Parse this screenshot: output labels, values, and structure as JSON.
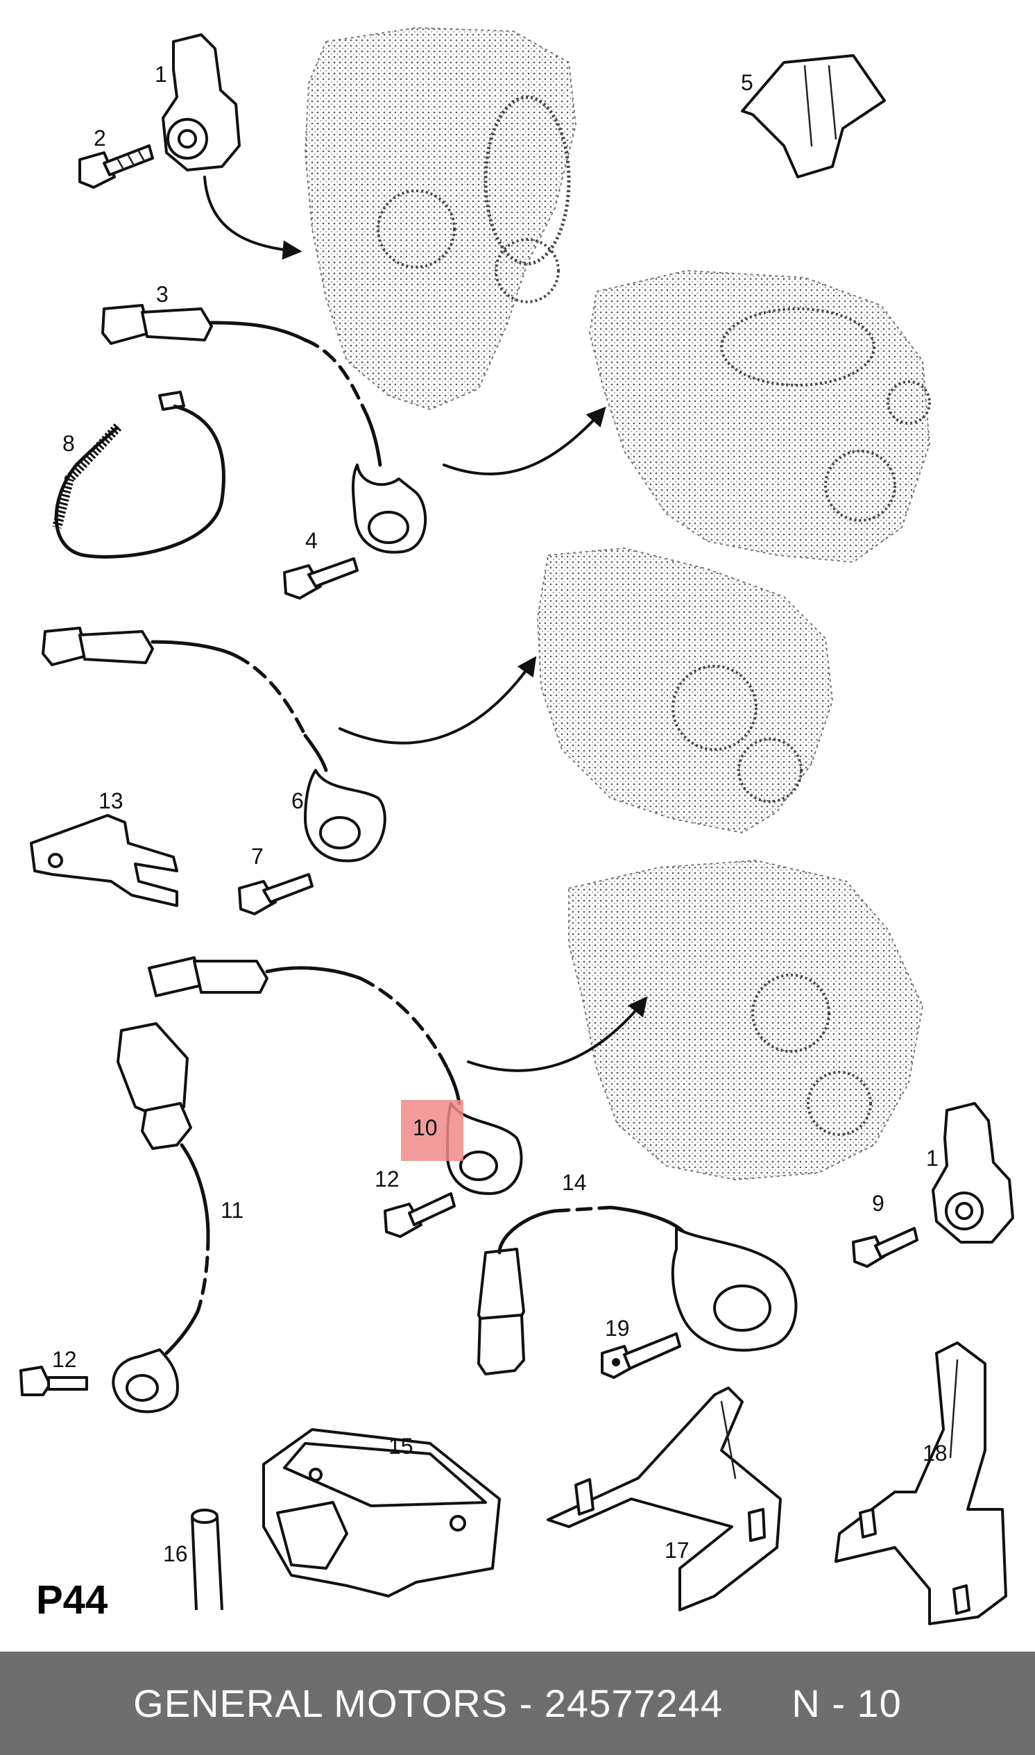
{
  "diagram": {
    "page_code": "P44",
    "highlight_color": "#f08a8a",
    "callouts": {
      "c1a": "1",
      "c2": "2",
      "c3": "3",
      "c4": "4",
      "c5": "5",
      "c6": "6",
      "c7": "7",
      "c8": "8",
      "c9": "9",
      "c10": "10",
      "c11": "11",
      "c12a": "12",
      "c12b": "12",
      "c13": "13",
      "c14": "14",
      "c15": "15",
      "c16": "16",
      "c17": "17",
      "c18": "18",
      "c19": "19",
      "c1b": "1"
    }
  },
  "footer": {
    "brand": "GENERAL MOTORS",
    "part_number": "24577244",
    "position": "N - 10",
    "text": "GENERAL MOTORS - 24577244      N - 10"
  },
  "colors": {
    "footer_bg": "#6e6e6e",
    "footer_text": "#ffffff",
    "highlight": "#f08a8a"
  }
}
